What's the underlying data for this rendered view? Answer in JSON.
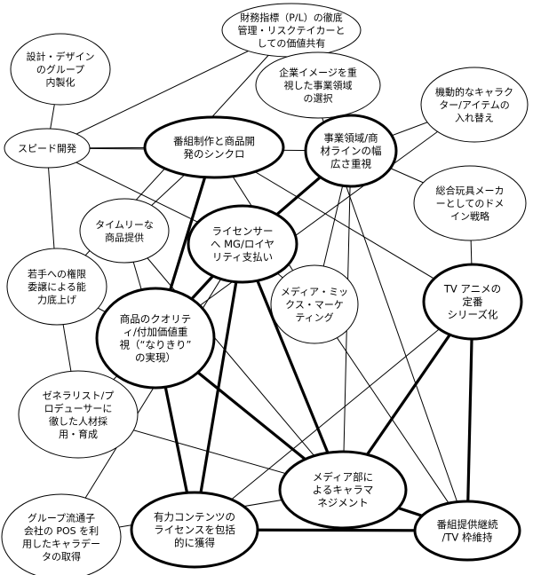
{
  "nodes": {
    "n_financial": {
      "lines": [
        "財務指標（P/L）の徹底",
        "管理・リスクテイカーと",
        "しての価値共有"
      ],
      "emphasis": false
    },
    "n_design": {
      "lines": [
        "設計・デザイン",
        "のグループ",
        "内製化"
      ],
      "emphasis": false
    },
    "n_corporate": {
      "lines": [
        "企業イメージを重",
        "視した事業領域",
        "の選択"
      ],
      "emphasis": false
    },
    "n_flexible": {
      "lines": [
        "機動的なキャラク",
        "ター/アイテムの",
        "入れ替え"
      ],
      "emphasis": false
    },
    "n_speed": {
      "lines": [
        "スピード開発"
      ],
      "emphasis": false
    },
    "n_sync": {
      "lines": [
        "番組制作と商品開",
        "発のシンクロ"
      ],
      "emphasis": true
    },
    "n_business": {
      "lines": [
        "事業領域/商",
        "材ラインの幅",
        "広さ重視"
      ],
      "emphasis": true
    },
    "n_toymaker": {
      "lines": [
        "総合玩具メーカ",
        "ーとしてのドメ",
        "イン戦略"
      ],
      "emphasis": false
    },
    "n_timely": {
      "lines": [
        "タイムリーな",
        "商品提供"
      ],
      "emphasis": false
    },
    "n_licensor": {
      "lines": [
        "ライセンサー",
        "へ MG/ロイヤ",
        "リティ支払い"
      ],
      "emphasis": true
    },
    "n_delegation": {
      "lines": [
        "若手への権限",
        "委譲による能",
        "力底上げ"
      ],
      "emphasis": false
    },
    "n_mediamix": {
      "lines": [
        "メディア・ミッ",
        "クス・マーケ",
        "ティング"
      ],
      "emphasis": false
    },
    "n_tvanime": {
      "lines": [
        "TV アニメの",
        "定番",
        "シリーズ化"
      ],
      "emphasis": true
    },
    "n_quality": {
      "lines": [
        "商品のクオリテ",
        "ィ/付加価値重",
        "視（“なりきり”",
        "の実現）"
      ],
      "emphasis": true
    },
    "n_generalist": {
      "lines": [
        "ゼネラリスト/プ",
        "ロデューサーに",
        "徹した人材採",
        "用・育成"
      ],
      "emphasis": false
    },
    "n_mediadept": {
      "lines": [
        "メディア部に",
        "よるキャラマ",
        "ネジメント"
      ],
      "emphasis": true
    },
    "n_pos": {
      "lines": [
        "グループ流通子",
        "会社の POS を利",
        "用したキャラデー",
        "タの取得"
      ],
      "emphasis": false
    },
    "n_content": {
      "lines": [
        "有力コンテンツの",
        "ライセンスを包括",
        "的に獲得"
      ],
      "emphasis": true
    },
    "n_program": {
      "lines": [
        "番組提供継続",
        "/TV 枠維持"
      ],
      "emphasis": true
    }
  },
  "links": [
    {
      "from": "n_licensor",
      "to": "n_business",
      "emphasis": true
    },
    {
      "from": "n_licensor",
      "to": "n_content",
      "emphasis": true
    },
    {
      "from": "n_licensor",
      "to": "n_mediadept",
      "emphasis": true
    },
    {
      "from": "n_licensor",
      "to": "n_quality",
      "emphasis": true
    },
    {
      "from": "n_sync",
      "to": "n_quality",
      "emphasis": true
    },
    {
      "from": "n_quality",
      "to": "n_content",
      "emphasis": true
    },
    {
      "from": "n_tvanime",
      "to": "n_program",
      "emphasis": true
    },
    {
      "from": "n_tvanime",
      "to": "n_mediadept",
      "emphasis": true
    },
    {
      "from": "n_mediadept",
      "to": "n_program",
      "emphasis": true
    },
    {
      "from": "n_quality",
      "to": "n_mediadept",
      "emphasis": true
    },
    {
      "from": "n_content",
      "to": "n_program",
      "emphasis": true
    },
    {
      "from": "n_design",
      "to": "n_speed",
      "emphasis": false
    },
    {
      "from": "n_speed",
      "to": "n_sync",
      "emphasis": false
    },
    {
      "from": "n_speed",
      "to": "n_delegation",
      "emphasis": false
    },
    {
      "from": "n_speed",
      "to": "n_licensor",
      "emphasis": false
    },
    {
      "from": "n_speed",
      "to": "n_business",
      "emphasis": false
    },
    {
      "from": "n_financial",
      "to": "n_delegation",
      "emphasis": false
    },
    {
      "from": "n_financial",
      "to": "n_program",
      "emphasis": false
    },
    {
      "from": "n_financial",
      "to": "n_speed",
      "emphasis": false
    },
    {
      "from": "n_corporate",
      "to": "n_business",
      "emphasis": false
    },
    {
      "from": "n_flexible",
      "to": "n_business",
      "emphasis": false
    },
    {
      "from": "n_flexible",
      "to": "n_quality",
      "emphasis": false
    },
    {
      "from": "n_business",
      "to": "n_toymaker",
      "emphasis": false
    },
    {
      "from": "n_business",
      "to": "n_mediamix",
      "emphasis": false
    },
    {
      "from": "n_business",
      "to": "n_mediadept",
      "emphasis": false
    },
    {
      "from": "n_toymaker",
      "to": "n_tvanime",
      "emphasis": false
    },
    {
      "from": "n_sync",
      "to": "n_timely",
      "emphasis": false
    },
    {
      "from": "n_sync",
      "to": "n_mediamix",
      "emphasis": false
    },
    {
      "from": "n_sync",
      "to": "n_tvanime",
      "emphasis": false
    },
    {
      "from": "n_timely",
      "to": "n_quality",
      "emphasis": false
    },
    {
      "from": "n_timely",
      "to": "n_mediadept",
      "emphasis": false
    },
    {
      "from": "n_delegation",
      "to": "n_generalist",
      "emphasis": false
    },
    {
      "from": "n_delegation",
      "to": "n_quality",
      "emphasis": false
    },
    {
      "from": "n_generalist",
      "to": "n_quality",
      "emphasis": false
    },
    {
      "from": "n_mediamix",
      "to": "n_program",
      "emphasis": false
    },
    {
      "from": "n_mediamix",
      "to": "n_licensor",
      "emphasis": false
    },
    {
      "from": "n_pos",
      "to": "n_licensor",
      "emphasis": false
    },
    {
      "from": "n_pos",
      "to": "n_mediadept",
      "emphasis": false
    },
    {
      "from": "n_tvanime",
      "to": "n_content",
      "emphasis": false
    },
    {
      "from": "n_generalist",
      "to": "n_mediadept",
      "emphasis": false
    }
  ]
}
